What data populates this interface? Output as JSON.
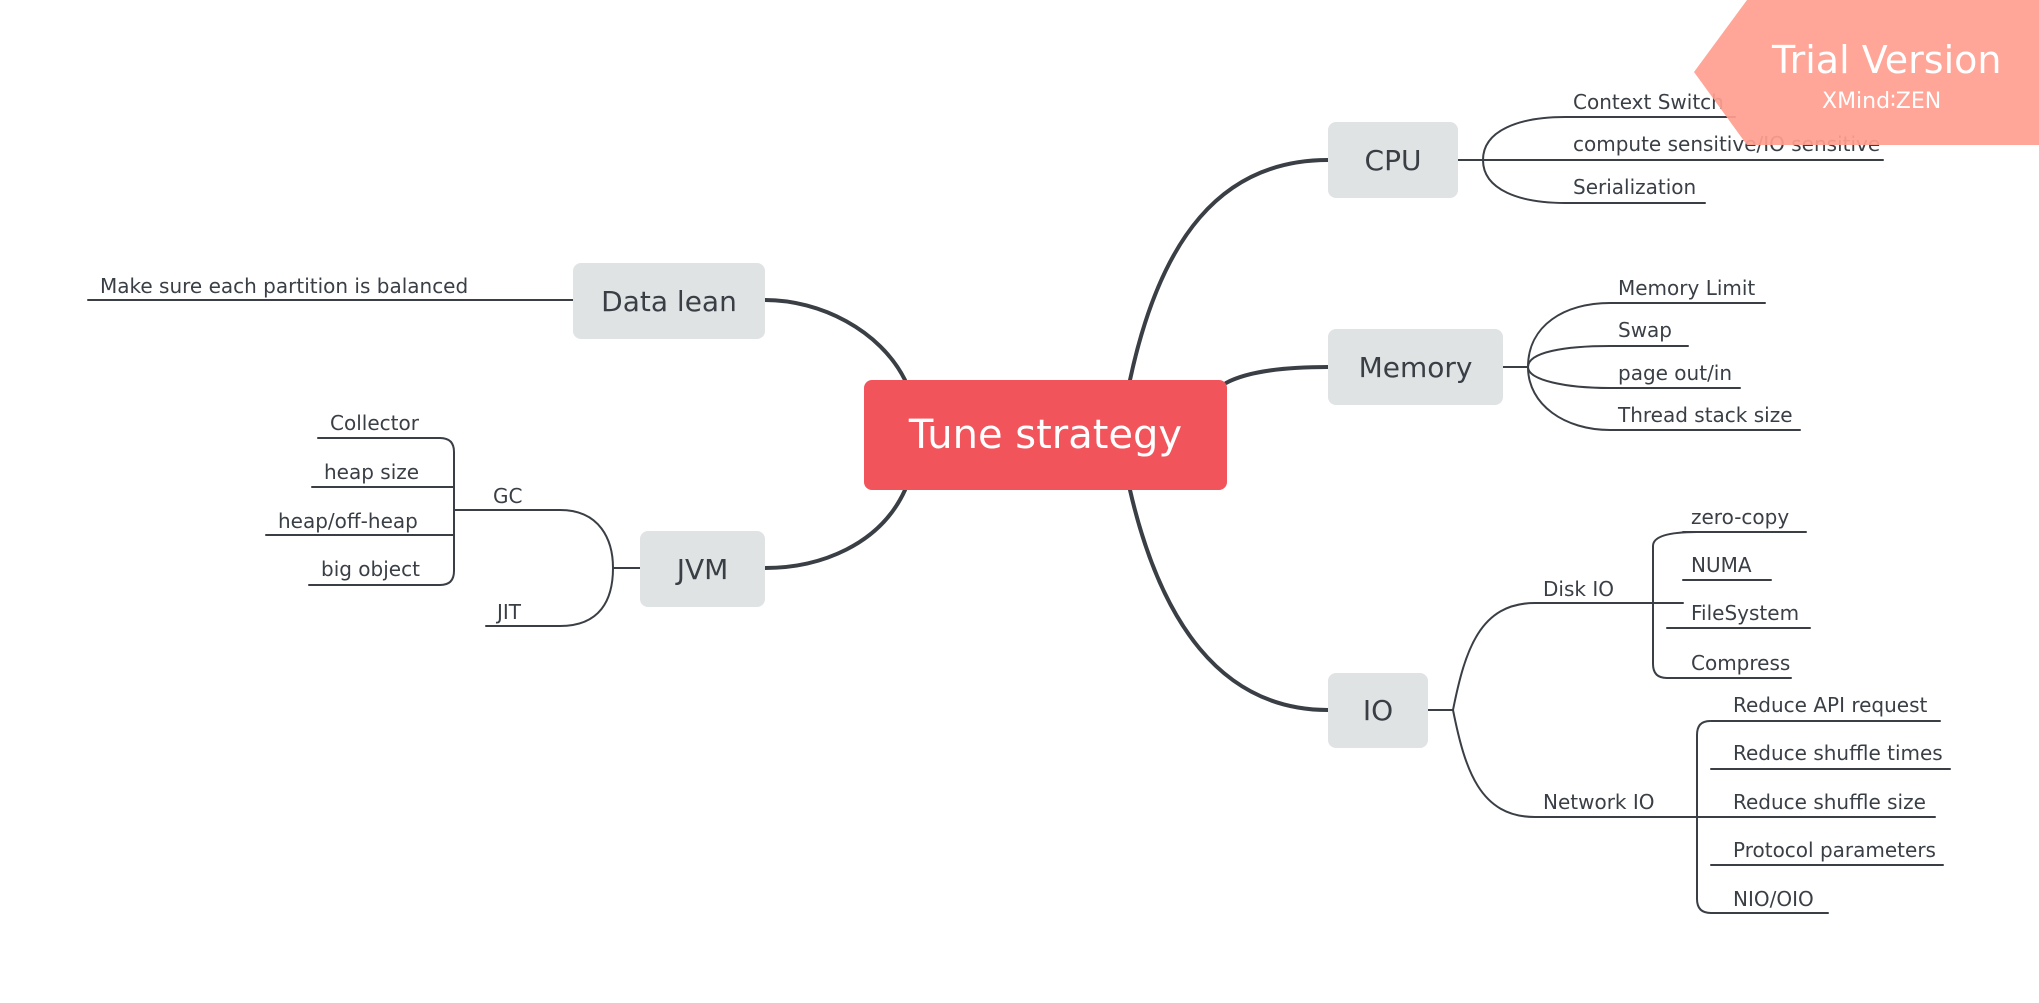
{
  "root": "Tune strategy",
  "watermark": {
    "title": "Trial Version",
    "subtitle": "XMind∶ZEN"
  },
  "branches": {
    "cpu": {
      "label": "CPU",
      "items": [
        "Context Switch",
        "compute sensitive/IO sensitive",
        "Serialization"
      ]
    },
    "memory": {
      "label": "Memory",
      "items": [
        "Memory Limit",
        "Swap",
        "page out/in",
        "Thread stack size"
      ]
    },
    "io": {
      "label": "IO",
      "disk": {
        "label": "Disk IO",
        "items": [
          "zero-copy",
          "NUMA",
          "FileSystem",
          "Compress"
        ]
      },
      "network": {
        "label": "Network IO",
        "items": [
          "Reduce API request",
          "Reduce shuffle times",
          "Reduce shuffle size",
          "Protocol parameters",
          "NIO/OIO"
        ]
      }
    },
    "data_lean": {
      "label": "Data lean",
      "items": [
        "Make sure each partition is balanced"
      ]
    },
    "jvm": {
      "label": "JVM",
      "gc": {
        "label": "GC",
        "items": [
          "Collector",
          "heap size",
          "heap/off-heap",
          "big object"
        ]
      },
      "jit": {
        "label": "JIT"
      }
    }
  },
  "colors": {
    "root_fill": "#f2545b",
    "node_fill": "#dfe3e4",
    "line": "#3a3f46",
    "watermark": "#ff9e8f"
  }
}
